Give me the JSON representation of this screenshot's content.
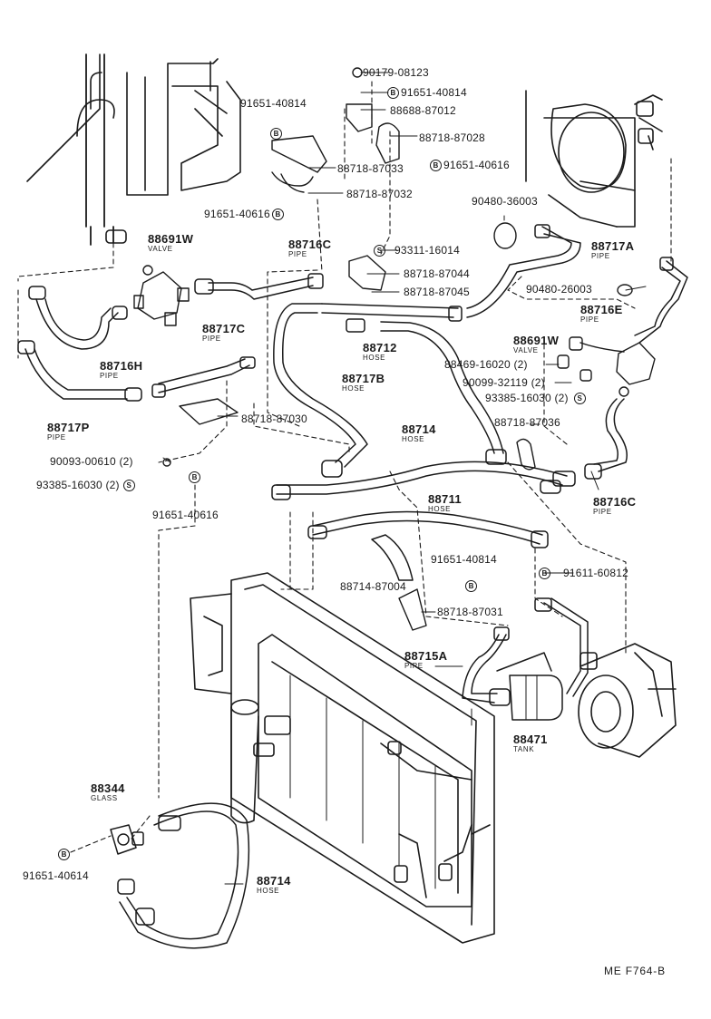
{
  "diagram_ref": "ME  F764-B",
  "badges": {
    "b": "B",
    "s": "S"
  },
  "parts": {
    "p90179_08123": "90179-08123",
    "p91651_40814_a": "91651-40814",
    "p88688_87012": "88688-87012",
    "p91651_40814_b": "91651-40814",
    "p88718_87028": "88718-87028",
    "p91651_40616_a": "91651-40616",
    "p88718_87033": "88718-87033",
    "p88718_87032": "88718-87032",
    "p91651_40616_b": "91651-40616",
    "p90480_36003": "90480-36003",
    "p93311_16014": "93311-16014",
    "p88718_87044": "88718-87044",
    "p88718_87045": "88718-87045",
    "p90480_26003": "90480-26003",
    "p88469_16020": "88469-16020 (2)",
    "p90099_32119": "90099-32119 (2)",
    "p93385_16030_a": "93385-16030 (2)",
    "p88718_87036": "88718-87036",
    "p88718_87030": "88718-87030",
    "p90093_00610": "90093-00610 (2)",
    "p93385_16030_b": "93385-16030 (2)",
    "p91651_40616_c": "91651-40616",
    "p91651_40814_c": "91651-40814",
    "p88714_87004": "88714-87004",
    "p91611_60812": "91611-60812",
    "p88718_87031": "88718-87031",
    "p91651_40614": "91651-40614"
  },
  "callouts": {
    "c88691w_a": {
      "num": "88691W",
      "cap": "VALVE"
    },
    "c88716c_a": {
      "num": "88716C",
      "cap": "PIPE"
    },
    "c88717a": {
      "num": "88717A",
      "cap": "PIPE"
    },
    "c88716e": {
      "num": "88716E",
      "cap": "PIPE"
    },
    "c88691w_b": {
      "num": "88691W",
      "cap": "VALVE"
    },
    "c88717c": {
      "num": "88717C",
      "cap": "PIPE"
    },
    "c88716h": {
      "num": "88716H",
      "cap": "PIPE"
    },
    "c88712": {
      "num": "88712",
      "cap": "HOSE"
    },
    "c88717b": {
      "num": "88717B",
      "cap": "HOSE"
    },
    "c88714_a": {
      "num": "88714",
      "cap": "HOSE"
    },
    "c88717p": {
      "num": "88717P",
      "cap": "PIPE"
    },
    "c88716c_b": {
      "num": "88716C",
      "cap": "PIPE"
    },
    "c88711": {
      "num": "88711",
      "cap": "HOSE"
    },
    "c88715a": {
      "num": "88715A",
      "cap": "PIPE"
    },
    "c88471": {
      "num": "88471",
      "cap": "TANK"
    },
    "c88344": {
      "num": "88344",
      "cap": "GLASS"
    },
    "c88714_b": {
      "num": "88714",
      "cap": "HOSE"
    }
  }
}
